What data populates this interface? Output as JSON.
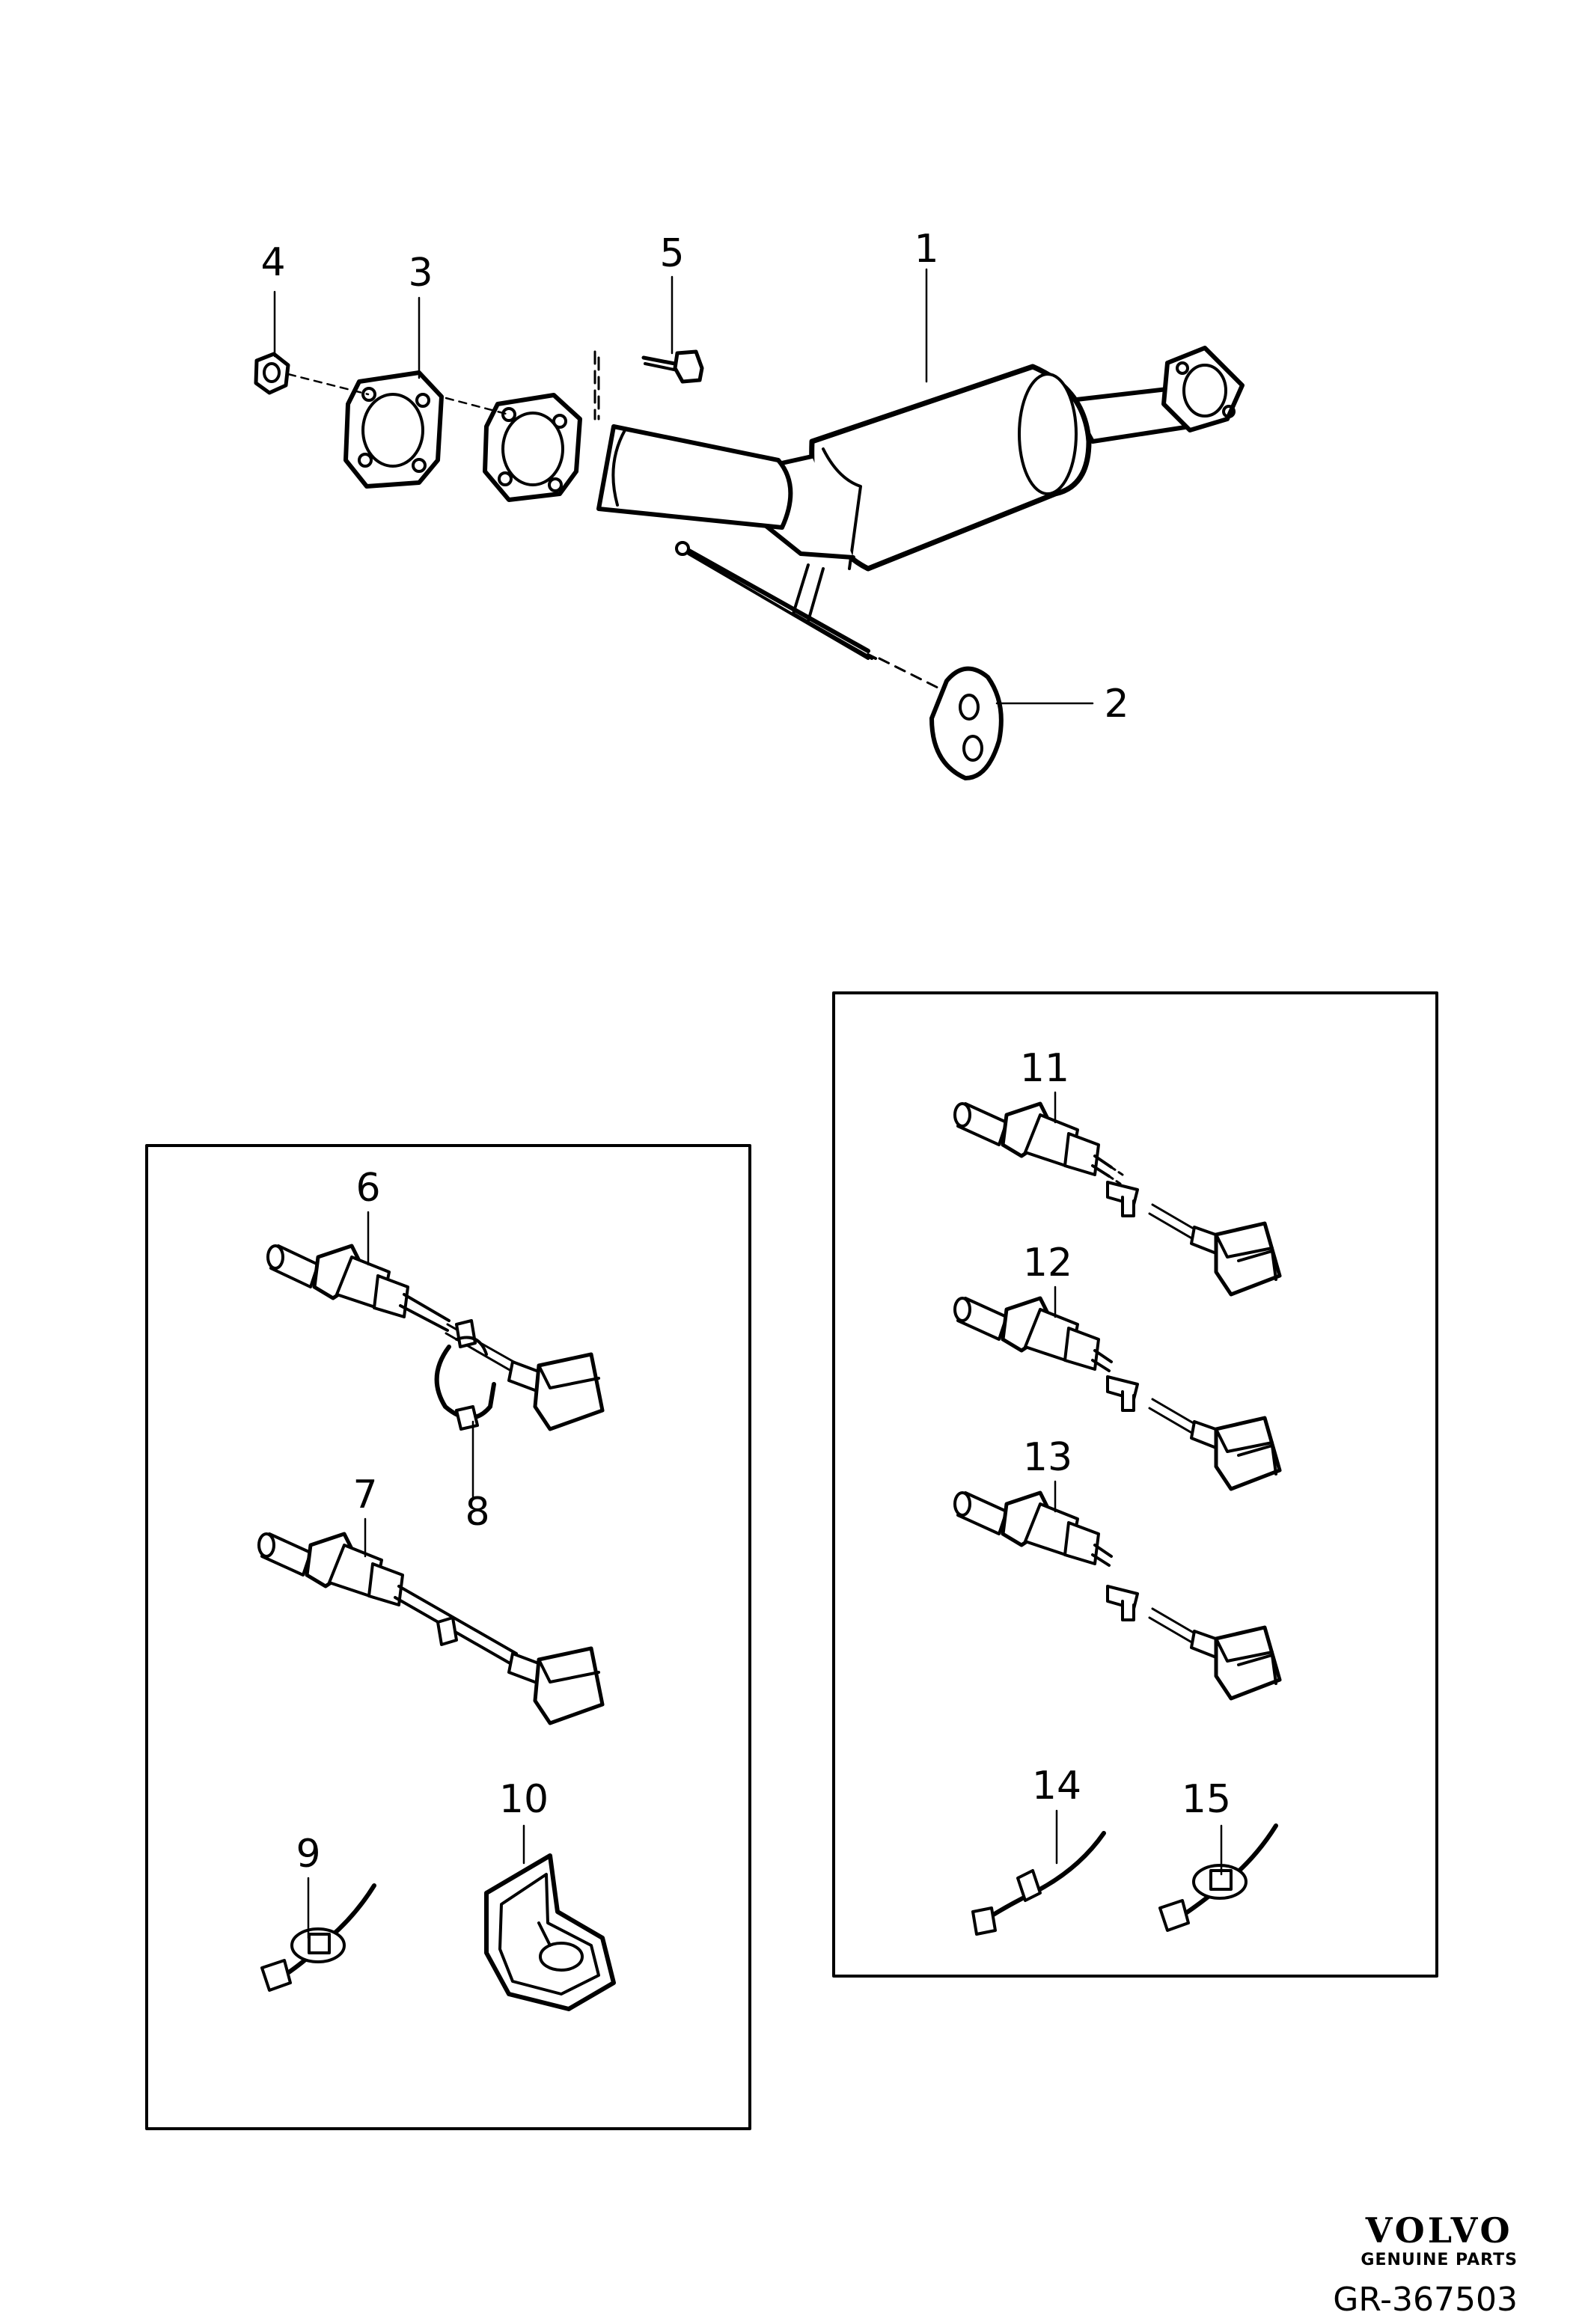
{
  "callouts": {
    "c1": "1",
    "c2": "2",
    "c3": "3",
    "c4": "4",
    "c5": "5",
    "c6": "6",
    "c7": "7",
    "c8": "8",
    "c9": "9",
    "c10": "10",
    "c11": "11",
    "c12": "12",
    "c13": "13",
    "c14": "14",
    "c15": "15"
  },
  "brand": {
    "logo": "VOLVO",
    "tagline": "GENUINE PARTS"
  },
  "diagram_code": "GR-367503",
  "colors": {
    "line": "#000000",
    "background": "#ffffff",
    "part_fill": "#ffffff"
  }
}
